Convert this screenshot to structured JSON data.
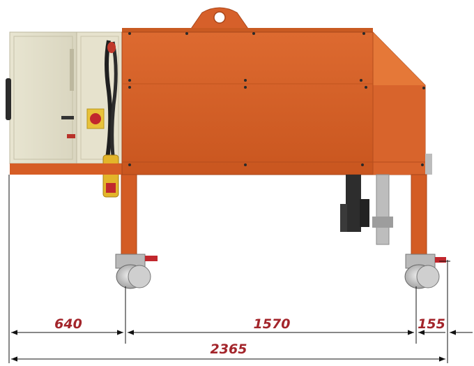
{
  "dimensions": {
    "segment_left": "640",
    "segment_middle": "1570",
    "segment_right": "155",
    "overall": "2365"
  },
  "colors": {
    "body_orange": "#d9622a",
    "body_orange_dark": "#b34a1c",
    "body_orange_light": "#e67a3c",
    "cabinet_cream": "#ece9d6",
    "cabinet_shadow": "#cfcbb4",
    "dimension_text": "#a3252b",
    "dimension_line": "#111111",
    "wheel_grey": "#c8c8c8",
    "hardware_dark": "#2a2a2a"
  },
  "icons": {
    "machine": "mobile-machine-side-view",
    "wheel": "caster-wheel-icon",
    "emergency_stop": "emergency-stop-icon",
    "cable": "cable-coil-icon"
  }
}
